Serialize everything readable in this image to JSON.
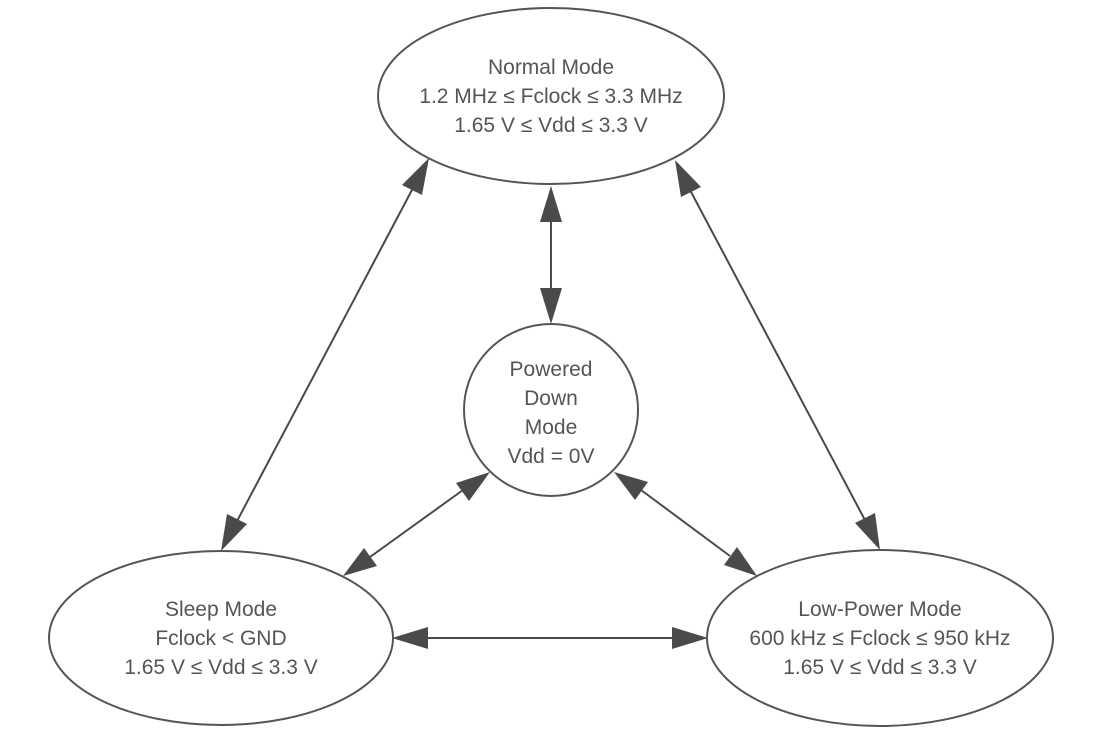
{
  "diagram": {
    "colors": {
      "line": "#4a4a4a",
      "node_border": "#555555",
      "text": "#555555",
      "background": "#ffffff"
    },
    "nodes": {
      "normal": {
        "lines": [
          "Normal Mode",
          "1.2 MHz ≤ Fclock ≤ 3.3 MHz",
          "1.65 V ≤ Vdd ≤ 3.3 V"
        ]
      },
      "powered_down": {
        "lines": [
          "Powered",
          "Down",
          "Mode",
          "Vdd = 0V"
        ]
      },
      "sleep": {
        "lines": [
          "Sleep Mode",
          "Fclock < GND",
          "1.65 V ≤ Vdd ≤ 3.3 V"
        ]
      },
      "low_power": {
        "lines": [
          "Low-Power Mode",
          "600 kHz ≤ Fclock ≤ 950 kHz",
          "1.65 V ≤ Vdd ≤ 3.3 V"
        ]
      }
    },
    "edges": [
      {
        "from": "normal",
        "to": "powered_down",
        "bidirectional": true
      },
      {
        "from": "normal",
        "to": "sleep",
        "bidirectional": true
      },
      {
        "from": "normal",
        "to": "low_power",
        "bidirectional": true
      },
      {
        "from": "powered_down",
        "to": "sleep",
        "bidirectional": true
      },
      {
        "from": "powered_down",
        "to": "low_power",
        "bidirectional": true
      },
      {
        "from": "sleep",
        "to": "low_power",
        "bidirectional": true
      }
    ]
  }
}
